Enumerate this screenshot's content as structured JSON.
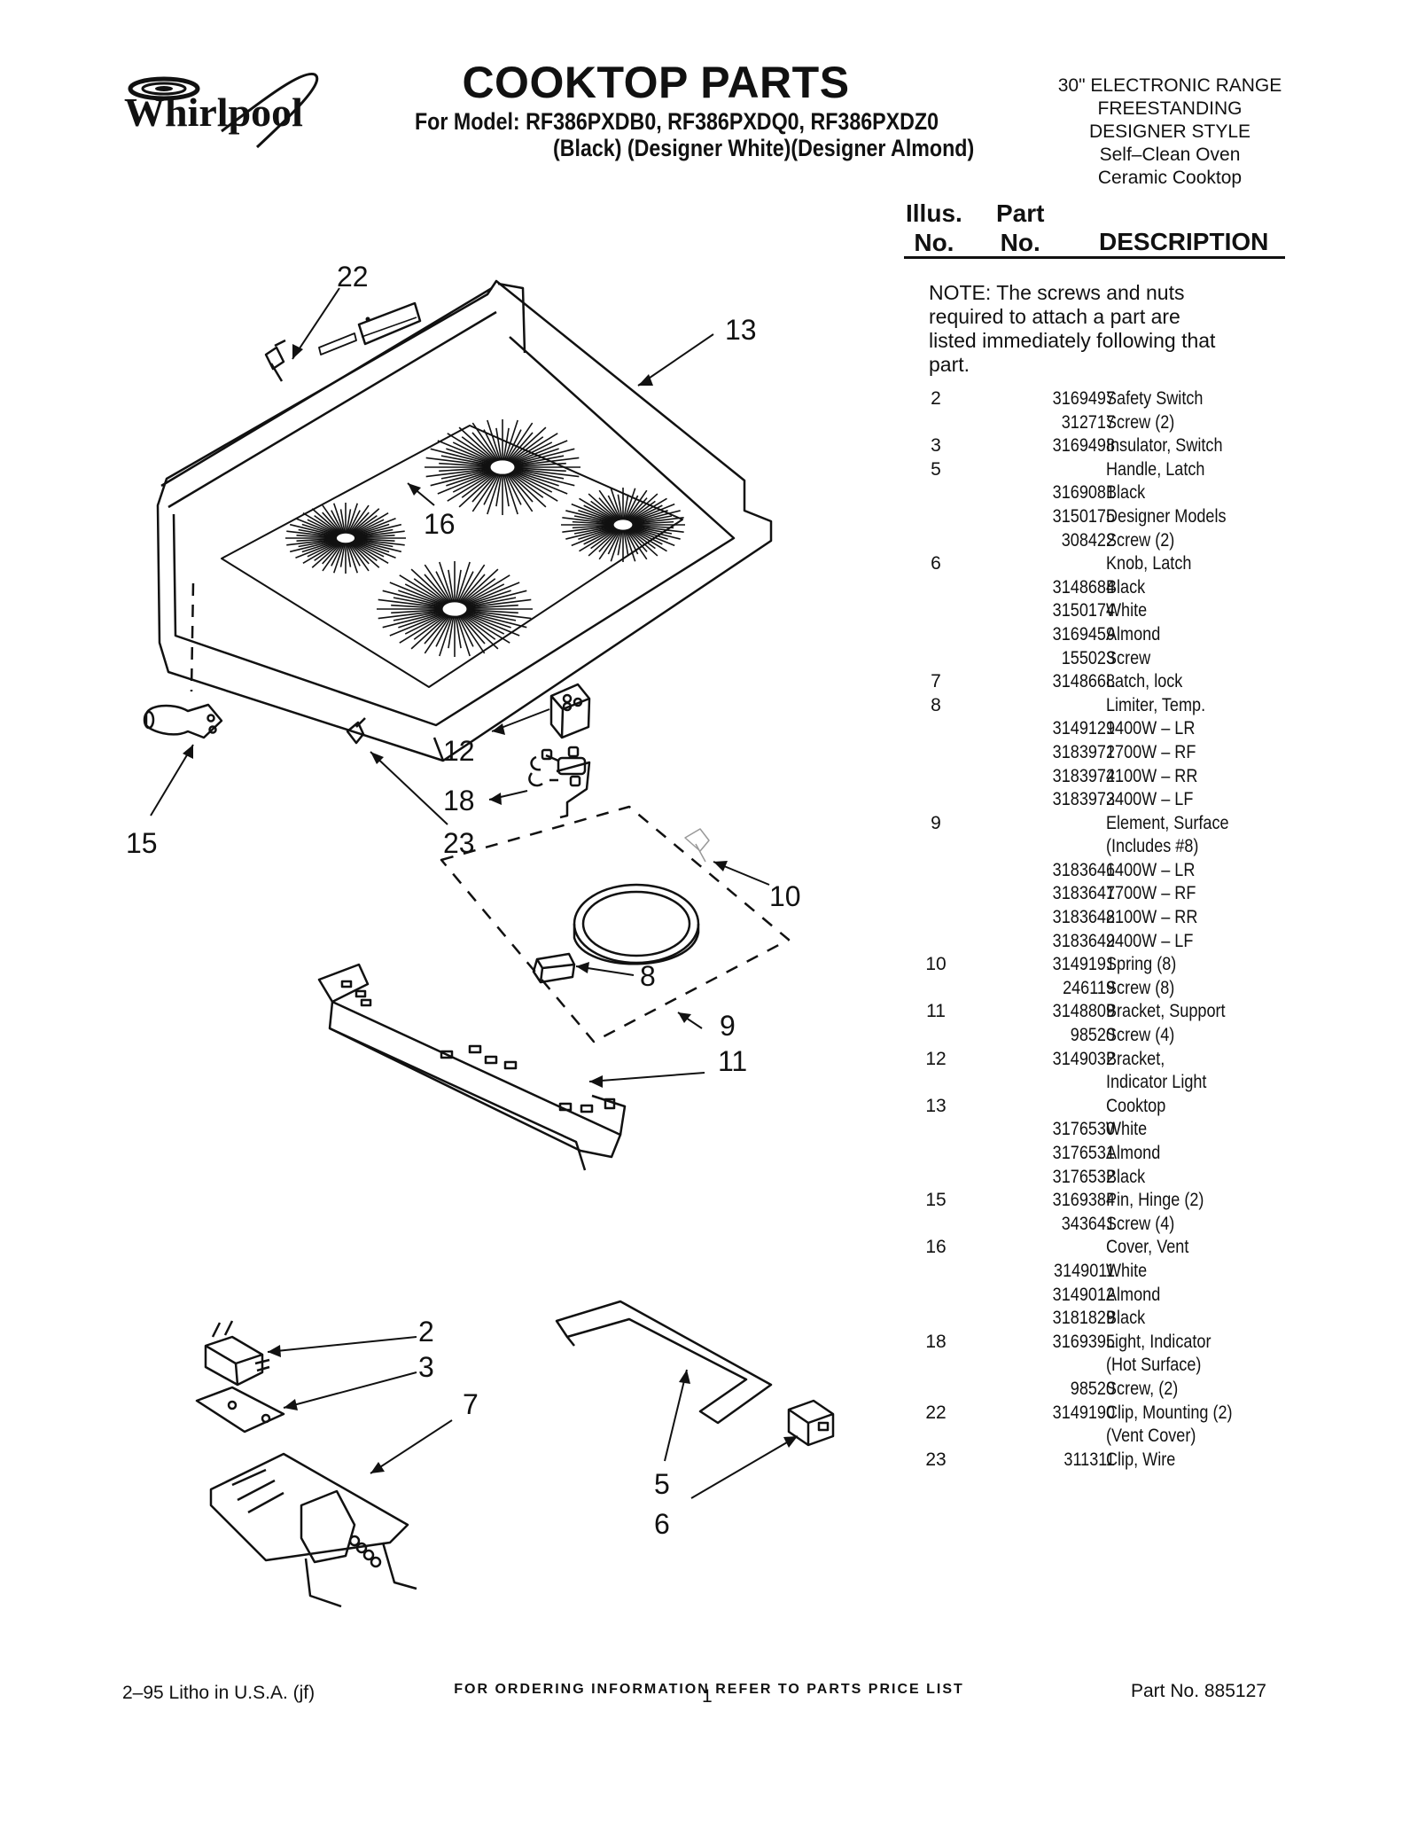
{
  "brand": "Whirlpool",
  "header": {
    "title": "COOKTOP PARTS",
    "models": "For Model: RF386PXDB0, RF386PXDQ0, RF386PXDZ0",
    "variants": "(Black)    (Designer White)(Designer Almond)"
  },
  "product": {
    "lines": [
      "30\" ELECTRONIC RANGE",
      "FREESTANDING",
      "DESIGNER STYLE",
      "Self–Clean Oven",
      "Ceramic Cooktop"
    ]
  },
  "table": {
    "col_illus_1": "Illus.",
    "col_illus_2": "No.",
    "col_part_1": "Part",
    "col_part_2": "No.",
    "col_desc": "DESCRIPTION",
    "note": "NOTE: The screws and nuts required to attach a part are listed immediately following that part.",
    "rows": [
      {
        "illus": "2",
        "part": "3169497",
        "desc": "Safety Switch"
      },
      {
        "illus": "",
        "part": "312717",
        "desc": "Screw (2)"
      },
      {
        "illus": "3",
        "part": "3169498",
        "desc": "Insulator, Switch"
      },
      {
        "illus": "5",
        "part": "",
        "desc": "Handle, Latch"
      },
      {
        "illus": "",
        "part": "3169081",
        "desc": "Black"
      },
      {
        "illus": "",
        "part": "3150175",
        "desc": "Designer Models"
      },
      {
        "illus": "",
        "part": "308422",
        "desc": "Screw (2)"
      },
      {
        "illus": "6",
        "part": "",
        "desc": "Knob, Latch"
      },
      {
        "illus": "",
        "part": "3148684",
        "desc": "Black"
      },
      {
        "illus": "",
        "part": "3150174",
        "desc": "White"
      },
      {
        "illus": "",
        "part": "3169459",
        "desc": "Almond"
      },
      {
        "illus": "",
        "part": "155023",
        "desc": "Screw"
      },
      {
        "illus": "7",
        "part": "3148668",
        "desc": "Latch, lock"
      },
      {
        "illus": "8",
        "part": "",
        "desc": "Limiter, Temp."
      },
      {
        "illus": "",
        "part": "3149129",
        "desc": "1400W – LR"
      },
      {
        "illus": "",
        "part": "3183972",
        "desc": "1700W – RF"
      },
      {
        "illus": "",
        "part": "3183974",
        "desc": "2100W – RR"
      },
      {
        "illus": "",
        "part": "3183973",
        "desc": "2400W – LF"
      },
      {
        "illus": "9",
        "part": "",
        "desc": "Element, Surface"
      },
      {
        "illus": "",
        "part": "",
        "desc": "(Includes #8)"
      },
      {
        "illus": "",
        "part": "3183646",
        "desc": "1400W – LR"
      },
      {
        "illus": "",
        "part": "3183647",
        "desc": "1700W – RF"
      },
      {
        "illus": "",
        "part": "3183648",
        "desc": "2100W – RR"
      },
      {
        "illus": "",
        "part": "3183649",
        "desc": "2400W – LF"
      },
      {
        "illus": "10",
        "part": "3149191",
        "desc": "Spring (8)"
      },
      {
        "illus": "",
        "part": "246119",
        "desc": "Screw (8)"
      },
      {
        "illus": "11",
        "part": "3148809",
        "desc": "Bracket, Support"
      },
      {
        "illus": "",
        "part": "98520",
        "desc": "Screw (4)"
      },
      {
        "illus": "12",
        "part": "3149032",
        "desc": "Bracket,"
      },
      {
        "illus": "",
        "part": "",
        "desc": "Indicator Light"
      },
      {
        "illus": "13",
        "part": "",
        "desc": "Cooktop"
      },
      {
        "illus": "",
        "part": "3176530",
        "desc": "White"
      },
      {
        "illus": "",
        "part": "3176531",
        "desc": "Almond"
      },
      {
        "illus": "",
        "part": "3176532",
        "desc": "Black"
      },
      {
        "illus": "15",
        "part": "3169384",
        "desc": "Pin, Hinge (2)"
      },
      {
        "illus": "",
        "part": "343641",
        "desc": "Screw (4)"
      },
      {
        "illus": "16",
        "part": "",
        "desc": "Cover, Vent"
      },
      {
        "illus": "",
        "part": "3149011",
        "desc": "White"
      },
      {
        "illus": "",
        "part": "3149012",
        "desc": "Almond"
      },
      {
        "illus": "",
        "part": "3181829",
        "desc": "Black"
      },
      {
        "illus": "18",
        "part": "3169395",
        "desc": "Light, Indicator"
      },
      {
        "illus": "",
        "part": "",
        "desc": "(Hot Surface)"
      },
      {
        "illus": "",
        "part": "98520",
        "desc": "Screw, (2)"
      },
      {
        "illus": "22",
        "part": "3149190",
        "desc": "Clip, Mounting (2)"
      },
      {
        "illus": "",
        "part": "",
        "desc": "(Vent Cover)"
      },
      {
        "illus": "23",
        "part": "311311",
        "desc": "Clip, Wire"
      }
    ]
  },
  "diagram": {
    "callouts": [
      "22",
      "13",
      "16",
      "12",
      "18",
      "15",
      "23",
      "10",
      "8",
      "9",
      "11",
      "2",
      "3",
      "7",
      "5",
      "6"
    ]
  },
  "footer": {
    "ordering_note": "FOR ORDERING INFORMATION REFER TO PARTS PRICE LIST",
    "litho": "2–95 Litho in U.S.A. (jf)",
    "page": "1",
    "part_no": "Part No. 885127"
  }
}
